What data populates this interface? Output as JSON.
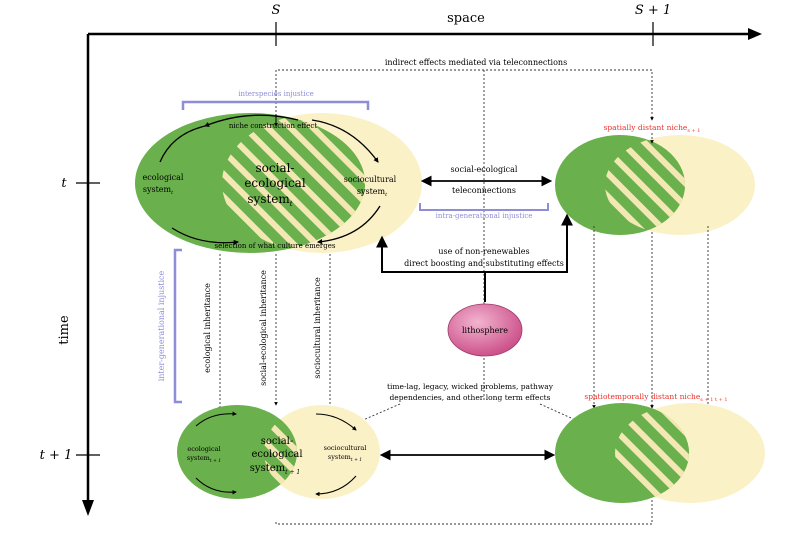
{
  "axes": {
    "space_label": "space",
    "time_label": "time",
    "s_label": "S",
    "s1_label": "S + 1",
    "t_label": "t",
    "t1_label": "t + 1"
  },
  "labels": {
    "indirect_effects": "indirect effects mediated via teleconnections",
    "interspecies_injustice": "interspecies injustice",
    "niche_construction": "niche construction effect",
    "ecological_system_t": "ecological",
    "ecological_system_t_2": "system",
    "subscript_t": "t",
    "social_ecological_1": "social-",
    "social_ecological_2": "ecological",
    "social_ecological_3": "system",
    "sociocultural_system_t": "sociocultural",
    "sociocultural_system_t_2": "system",
    "selection_culture": "selection of what culture emerges",
    "teleconnections_1": "social-ecological",
    "teleconnections_2": "teleconnections",
    "intra_generational": "intra-generational injustice",
    "spatially_distant_niche": "spatially distant niche",
    "subscript_s1": "s + 1",
    "use_nonrenewables_1": "use of non-renewables",
    "use_nonrenewables_2": "direct boosting and substituting effects",
    "lithosphere": "lithosphere",
    "inter_generational": "inter-generational injustice",
    "ecological_inheritance": "ecological inheritance",
    "social_ecological_inheritance": "social-ecological inheritance",
    "sociocultural_inheritance": "sociocultural inheritance",
    "time_lag_1": "time-lag, legacy, wicked problems, pathway",
    "time_lag_2": "dependencies, and other long term effects",
    "spatiotemporally_distant_niche": "spatiotemporally distant niche",
    "subscript_s1t1": "s + 1 t + 1",
    "subscript_t1": "t + 1",
    "eco_system_t1_1": "ecological",
    "eco_system_t1_2": "system",
    "socio_system_t1_1": "sociocultural",
    "socio_system_t1_2": "system"
  },
  "colors": {
    "ecological_green": "#6ab04c",
    "sociocultural_yellow": "#fbf1c7",
    "stripe_light": "#f3e7b4",
    "justice_purple": "#8e8ed6",
    "distant_red": "#e8332b",
    "lithosphere_pink": "#d9649a"
  }
}
